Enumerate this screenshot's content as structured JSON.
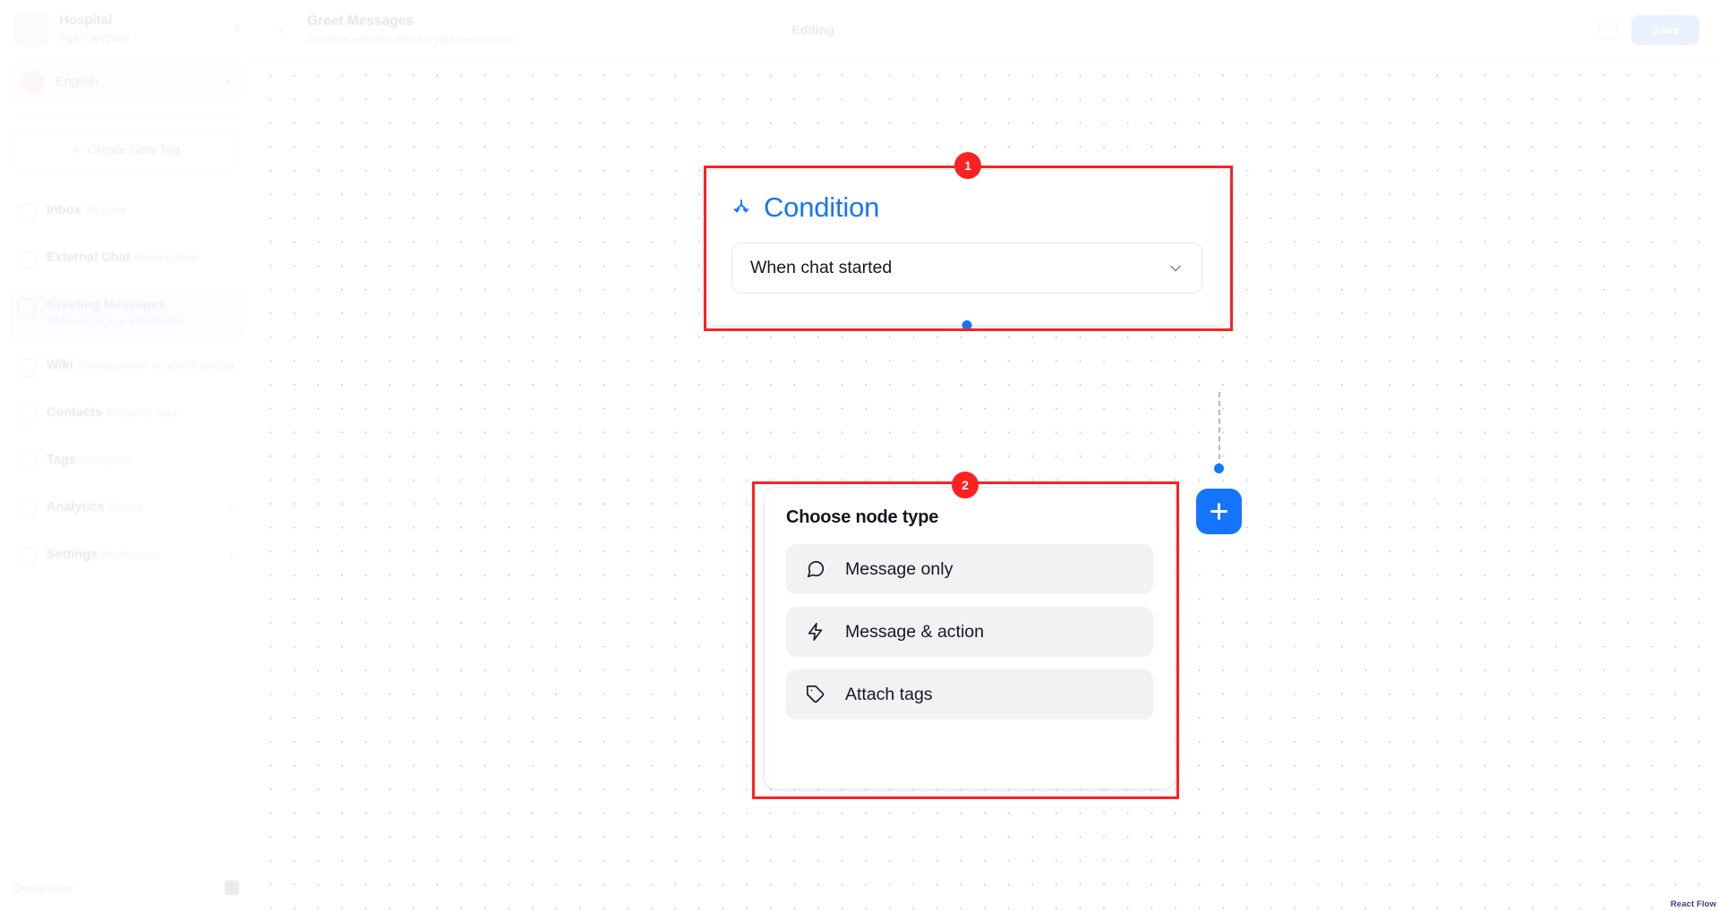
{
  "sidebar": {
    "workspace": {
      "title": "Hospital",
      "subtitle": "Agent website",
      "caret": "chevron-down-icon"
    },
    "language": {
      "name": "English",
      "caret": "chevron-down-icon"
    },
    "create_tag_label": "Create New Tag",
    "items": [
      {
        "label": "Inbox",
        "sub": "All chats",
        "badge": "",
        "active": false
      },
      {
        "label": "External Chat",
        "sub": "Agent to chat",
        "badge": "",
        "active": false
      },
      {
        "label": "Greeting Messages",
        "sub": "Welcome logic & introduction",
        "badge": "",
        "active": true
      },
      {
        "label": "Wiki",
        "sub": "Training center for your fingertips",
        "badge": "",
        "active": false
      },
      {
        "label": "Contacts",
        "sub": "Customer data",
        "badge": "",
        "active": false
      },
      {
        "label": "Tags",
        "sub": "Categorize",
        "badge": "",
        "active": false
      },
      {
        "label": "Analytics",
        "sub": "Metrics",
        "badge": ">",
        "active": false
      },
      {
        "label": "Settings",
        "sub": "Preferences",
        "badge": ">",
        "active": false
      }
    ],
    "footer": {
      "name": "Demo User"
    }
  },
  "header": {
    "back_icon": "chevron-left-icon",
    "title": "Greet Messages",
    "subtitle": "Create a welcome flow for your new visitors",
    "middle_label": "Editing",
    "icon": "settings-icon",
    "save_label": "Save"
  },
  "canvas": {
    "attribution": "React Flow",
    "add_button_icon": "plus-icon"
  },
  "condition_node": {
    "icon": "split-branch-icon",
    "title": "Condition",
    "select_value": "When chat started",
    "select_caret": "chevron-down-icon"
  },
  "node_type_panel": {
    "title": "Choose node type",
    "options": [
      {
        "icon": "message-bubble-icon",
        "label": "Message only"
      },
      {
        "icon": "lightning-bolt-icon",
        "label": "Message & action"
      },
      {
        "icon": "tag-icon",
        "label": "Attach tags"
      }
    ]
  },
  "annotations": [
    {
      "number": "1",
      "target": "condition-node"
    },
    {
      "number": "2",
      "target": "node-type-panel"
    }
  ],
  "colors": {
    "accent_blue": "#1675ff",
    "annotation_red": "#ff2020",
    "option_bg": "#f2f2f4",
    "text_dark": "#15181d"
  }
}
